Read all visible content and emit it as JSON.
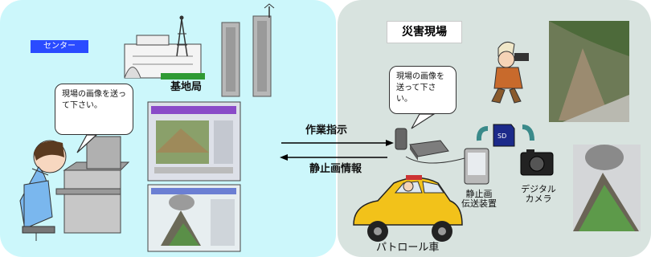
{
  "center": {
    "tag": "センター",
    "base_station_label": "基地局"
  },
  "site": {
    "title": "災害現場"
  },
  "bubbles": {
    "operator": "現場の画像を送って下さい。",
    "field": "現場の画像を送って下さい。"
  },
  "arrows": {
    "instruction_label": "作業指示",
    "image_label": "静止画情報"
  },
  "devices": {
    "transmitter_label": "静止画\n伝送装置",
    "camera_label": "デジタル\nカメラ",
    "patrol_car_label": "パトロール車"
  },
  "colors": {
    "left_bg": "#ccf7fb",
    "right_bg": "#d8e3df",
    "tag_bg": "#2a4bff"
  }
}
